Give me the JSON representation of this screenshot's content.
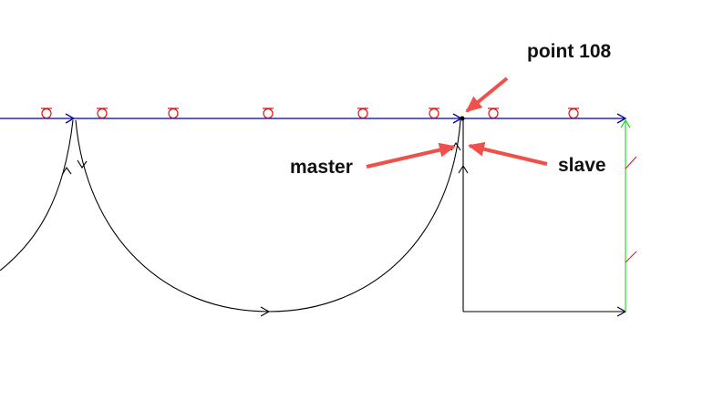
{
  "labels": {
    "point": "point 108",
    "master": "master",
    "slave": "slave"
  },
  "colors": {
    "beam": "#0000a0",
    "support": "#e01010",
    "curve": "#000000",
    "vertical_green": "#22dd22",
    "annotation_arrow": "#f0504a"
  }
}
